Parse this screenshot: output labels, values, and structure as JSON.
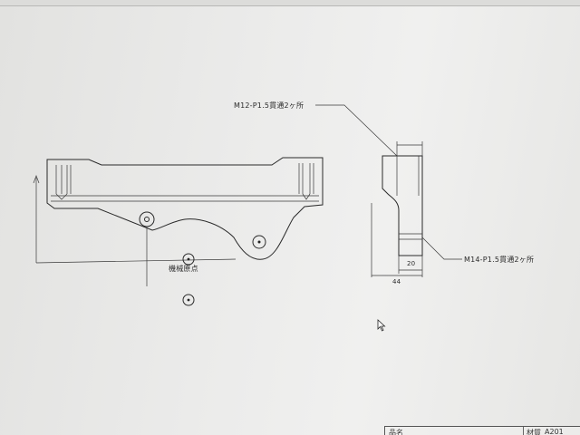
{
  "annotations": {
    "thread_top": "M12-P1.5貫通2ヶ所",
    "thread_bottom": "M14-P1.5貫通2ヶ所",
    "origin_label": "機械原点",
    "dim_20": "20",
    "dim_44": "44"
  },
  "title_block": {
    "name_label": "品名",
    "material_label": "材質",
    "material_value": "A201"
  },
  "icons": {
    "cursor": "mouse-pointer-icon"
  }
}
